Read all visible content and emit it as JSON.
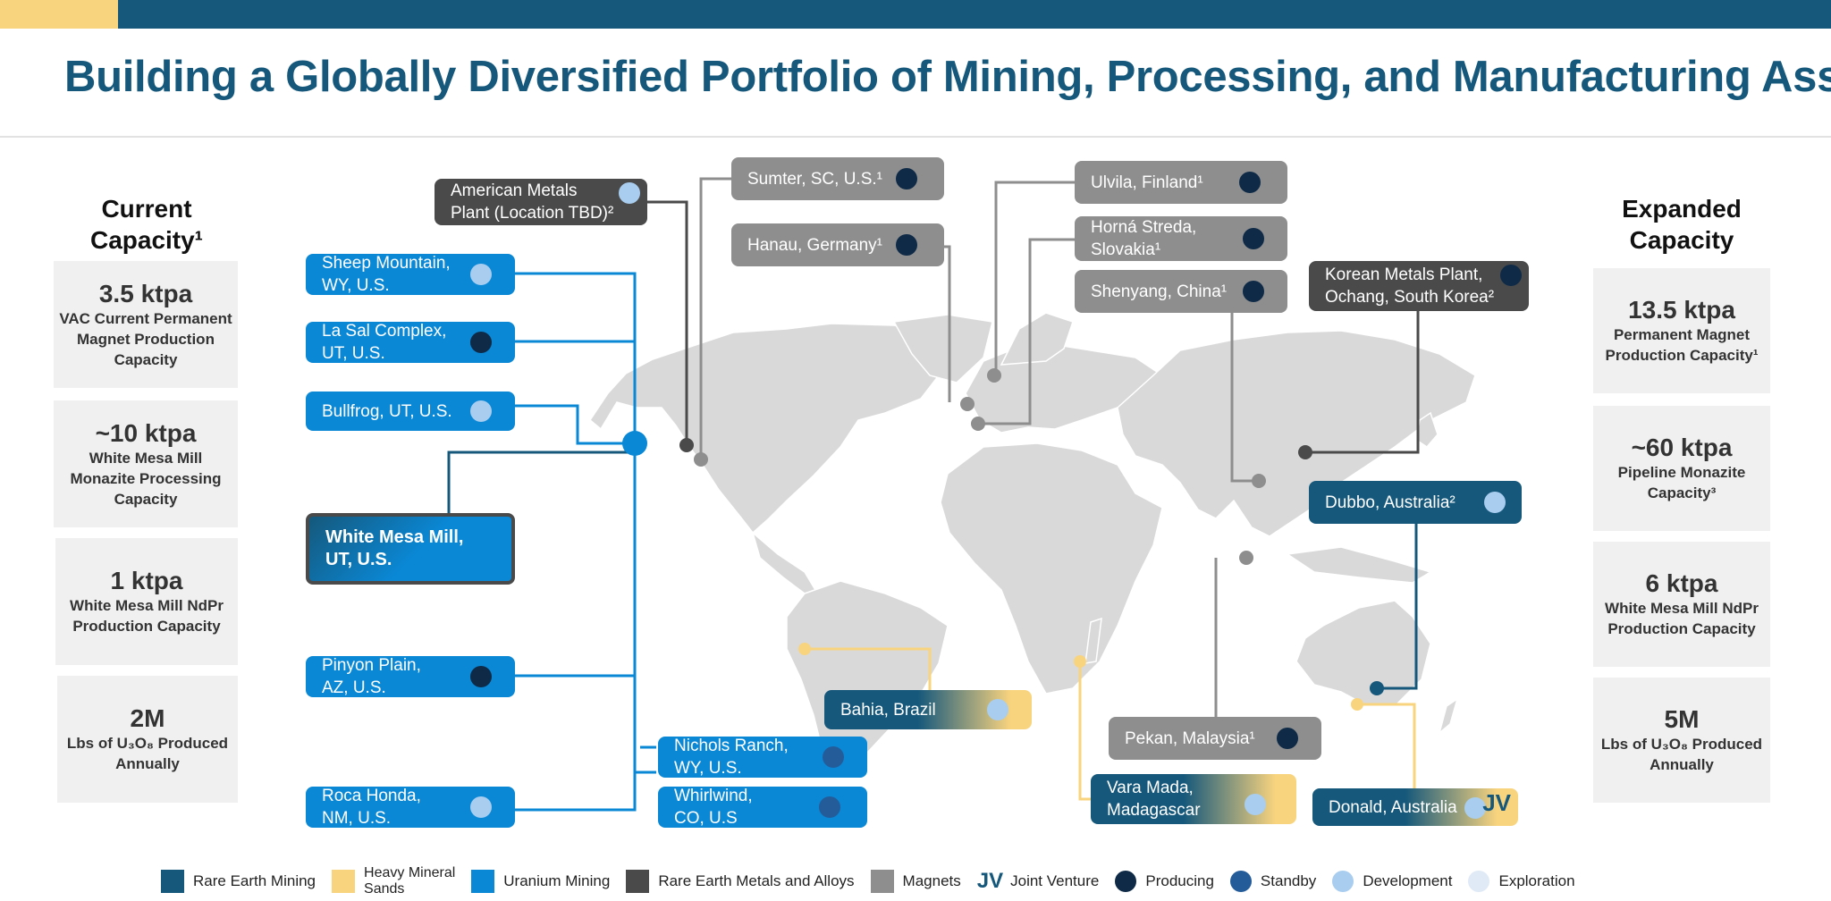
{
  "header": {
    "title": "Building a Globally Diversified Portfolio of Mining, Processing, and Manufacturing Assets",
    "colors": {
      "primary": "#15587b",
      "accent": "#f9d47e"
    }
  },
  "current_capacity": {
    "heading_line1": "Current",
    "heading_line2": "Capacity¹",
    "items": [
      {
        "value": "3.5 ktpa",
        "desc": "VAC Current Permanent Magnet Production Capacity"
      },
      {
        "value": "~10 ktpa",
        "desc": "White Mesa Mill Monazite Processing Capacity"
      },
      {
        "value": "1 ktpa",
        "desc": "White Mesa Mill NdPr Production Capacity"
      },
      {
        "value": "2M",
        "desc": "Lbs of U₃O₈ Produced Annually"
      }
    ]
  },
  "expanded_capacity": {
    "heading_line1": "Expanded",
    "heading_line2": "Capacity",
    "items": [
      {
        "value": "13.5 ktpa",
        "desc": "Permanent Magnet Production Capacity¹"
      },
      {
        "value": "~60 ktpa",
        "desc": "Pipeline Monazite Capacity³"
      },
      {
        "value": "6 ktpa",
        "desc": "White Mesa Mill NdPr Production Capacity"
      },
      {
        "value": "5M",
        "desc": "Lbs of U₃O₈ Produced Annually"
      }
    ]
  },
  "locations": {
    "american_metals": {
      "label": "American Metals\nPlant (Location TBD)²",
      "category": "Rare Earth Metals and Alloys",
      "status": "Development"
    },
    "sumter": {
      "label": "Sumter, SC, U.S.¹",
      "category": "Magnets",
      "status": "Producing"
    },
    "hanau": {
      "label": "Hanau, Germany¹",
      "category": "Magnets",
      "status": "Producing"
    },
    "ulvila": {
      "label": "Ulvila, Finland¹",
      "category": "Magnets",
      "status": "Producing"
    },
    "horna_streda": {
      "label": "Horná Streda,\nSlovakia¹",
      "category": "Magnets",
      "status": "Producing"
    },
    "shenyang": {
      "label": "Shenyang, China¹",
      "category": "Magnets",
      "status": "Producing"
    },
    "korean_metals": {
      "label": "Korean Metals Plant,\nOchang, South Korea²",
      "category": "Rare Earth Metals and Alloys",
      "status": "Producing"
    },
    "dubbo": {
      "label": "Dubbo, Australia²",
      "category": "Rare Earth Mining",
      "status": "Development"
    },
    "sheep_mountain": {
      "label": "Sheep Mountain,\nWY, U.S.",
      "category": "Uranium Mining",
      "status": "Development"
    },
    "la_sal": {
      "label": "La Sal Complex,\nUT, U.S.",
      "category": "Uranium Mining",
      "status": "Producing"
    },
    "bullfrog": {
      "label": "Bullfrog, UT, U.S.",
      "category": "Uranium Mining",
      "status": "Development"
    },
    "white_mesa": {
      "label": "White Mesa Mill,\nUT, U.S.",
      "category": "Uranium Mining"
    },
    "pinyon_plain": {
      "label": "Pinyon Plain,\nAZ, U.S.",
      "category": "Uranium Mining",
      "status": "Producing"
    },
    "roca_honda": {
      "label": "Roca Honda,\nNM, U.S.",
      "category": "Uranium Mining",
      "status": "Development"
    },
    "nichols_ranch": {
      "label": "Nichols Ranch,\nWY, U.S.",
      "category": "Uranium Mining",
      "status": "Standby"
    },
    "whirlwind": {
      "label": "Whirlwind,\nCO, U.S",
      "category": "Uranium Mining",
      "status": "Standby"
    },
    "bahia": {
      "label": "Bahia, Brazil",
      "category": "Heavy Mineral Sands",
      "status": "Development"
    },
    "pekan": {
      "label": "Pekan, Malaysia¹",
      "category": "Magnets",
      "status": "Producing"
    },
    "vara_mada": {
      "label": "Vara Mada,\nMadagascar",
      "category": "Heavy Mineral Sands",
      "status": "Development"
    },
    "donald": {
      "label": "Donald, Australia",
      "category": "Heavy Mineral Sands",
      "status": "Development",
      "jv": "JV"
    }
  },
  "legend": {
    "items": [
      {
        "label": "Rare Earth Mining",
        "color": "#15587b",
        "shape": "square"
      },
      {
        "label": "Heavy Mineral\nSands",
        "color": "#f9d47e",
        "shape": "square"
      },
      {
        "label": "Uranium Mining",
        "color": "#0a88d6",
        "shape": "square"
      },
      {
        "label": "Rare Earth Metals and Alloys",
        "color": "#4a4a4a",
        "shape": "square"
      },
      {
        "label": "Magnets",
        "color": "#8e8e8e",
        "shape": "square"
      },
      {
        "label": "Joint Venture",
        "mark": "JV"
      },
      {
        "label": "Producing",
        "color": "#0e2a47",
        "shape": "circle"
      },
      {
        "label": "Standby",
        "color": "#245c9a",
        "shape": "circle"
      },
      {
        "label": "Development",
        "color": "#a9cdef",
        "shape": "circle"
      },
      {
        "label": "Exploration",
        "color": "#dfeaf6",
        "shape": "circle"
      }
    ]
  }
}
